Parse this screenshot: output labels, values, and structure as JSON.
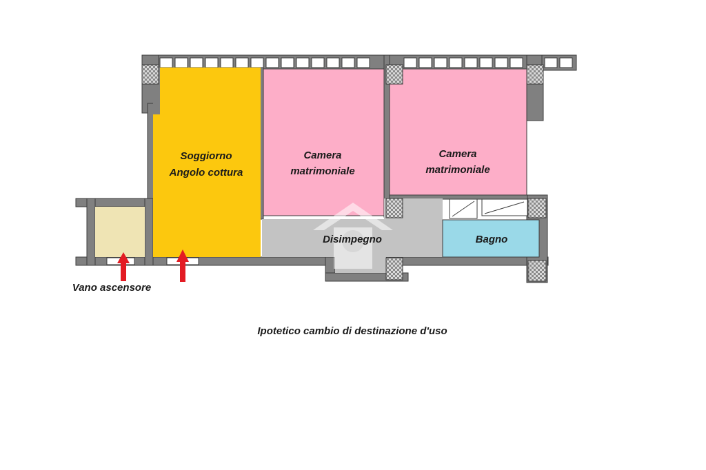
{
  "rooms": {
    "living": {
      "line1": "Soggiorno",
      "line2": "Angolo cottura",
      "color": "#fcc80e"
    },
    "bedroom1": {
      "line1": "Camera",
      "line2": "matrimoniale",
      "color": "#fdaec8"
    },
    "bedroom2": {
      "line1": "Camera",
      "line2": "matrimoniale",
      "color": "#fdaec8"
    },
    "hallway": {
      "label": "Disimpegno",
      "color": "#c3c3c3"
    },
    "bathroom": {
      "label": "Bagno",
      "color": "#9ad9e8"
    },
    "elevator": {
      "color": "#efe4b4"
    }
  },
  "elevator_label": "Vano ascensore",
  "caption": "Ipotetico cambio di destinazione d'uso",
  "colors": {
    "wall": "#808080",
    "wall_dark": "#3c3c3c",
    "arrow": "#e31b23"
  },
  "icons": [
    "watermark-home-icon",
    "arrow-up-icon",
    "arrow-up-icon"
  ]
}
